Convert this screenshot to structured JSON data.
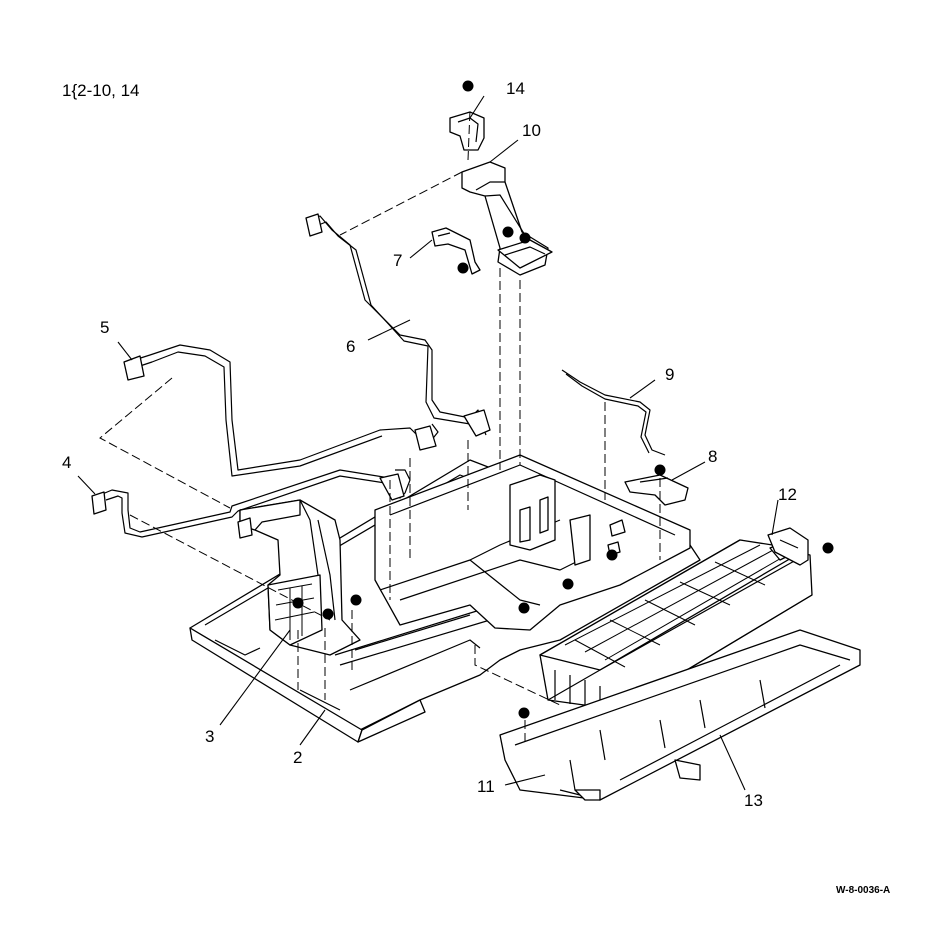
{
  "header": {
    "applicability": "1{2-10, 14"
  },
  "callouts": [
    {
      "id": "c2",
      "label": "2"
    },
    {
      "id": "c3",
      "label": "3"
    },
    {
      "id": "c4",
      "label": "4"
    },
    {
      "id": "c5",
      "label": "5"
    },
    {
      "id": "c6",
      "label": "6"
    },
    {
      "id": "c7",
      "label": "7"
    },
    {
      "id": "c8",
      "label": "8"
    },
    {
      "id": "c9",
      "label": "9"
    },
    {
      "id": "c10",
      "label": "10"
    },
    {
      "id": "c11",
      "label": "11"
    },
    {
      "id": "c12",
      "label": "12"
    },
    {
      "id": "c13",
      "label": "13"
    },
    {
      "id": "c14",
      "label": "14"
    }
  ],
  "footer": {
    "figure_ref": "W-8-0036-A"
  }
}
